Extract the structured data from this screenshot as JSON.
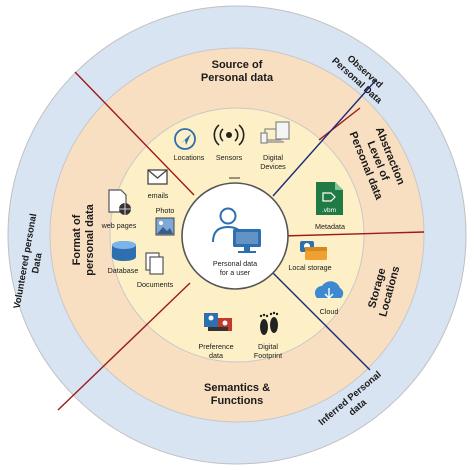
{
  "outer_ring": {
    "observed": [
      "Observed",
      "Personal Data"
    ],
    "volunteered": [
      "Volunteered personal",
      "Data"
    ],
    "inferred": [
      "Inferred Personal",
      "data"
    ]
  },
  "sections": {
    "source": [
      "Source of",
      "Personal data"
    ],
    "abstraction": [
      "Abstraction",
      "Level of",
      "Personal data"
    ],
    "storage": [
      "Storage",
      "Locations"
    ],
    "semantics": [
      "Semantics &",
      "Functions"
    ],
    "format": [
      "Format of",
      "personal data"
    ]
  },
  "items": {
    "locations": "Locations",
    "sensors": "Sensors",
    "digital_devices": [
      "Digital",
      "Devices"
    ],
    "metadata": "Metadata",
    "vbm": ".vbm",
    "local_storage": "Local storage",
    "cloud": "Cloud",
    "preference_data": [
      "Preference",
      "data"
    ],
    "digital_footprint": [
      "Digital",
      "Footprint"
    ],
    "documents": "Documents",
    "database": "Database",
    "web_pages": "web pages",
    "emails": "emails",
    "photo": "Photo"
  },
  "center": [
    "Personal data",
    "for a user"
  ],
  "colors": {
    "outer_ring": "#d9e4f2",
    "section_ring": "#f9dfc1",
    "inner_ring": "#fdf0c7",
    "center": "#ffffff",
    "red_line": "#9b1b1b",
    "blue_line": "#1a2b7a",
    "accent_blue": "#2e6fb0"
  }
}
